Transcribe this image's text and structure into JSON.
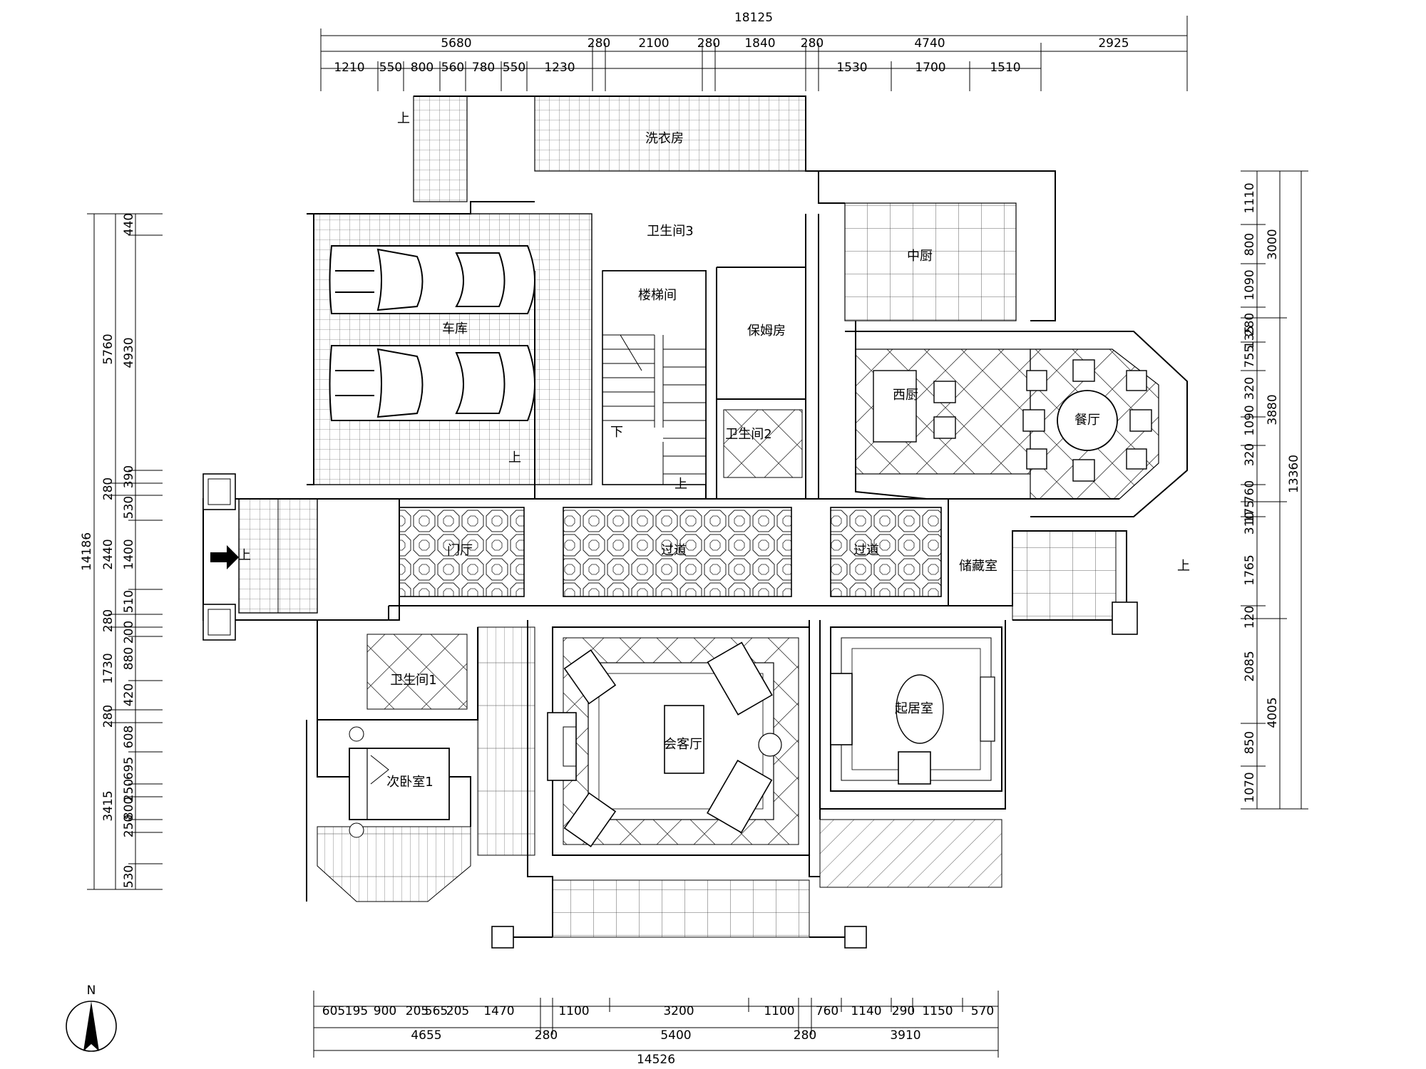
{
  "rooms": {
    "laundry": "洗衣房",
    "bath3": "卫生间3",
    "kitchen": "中厨",
    "garage": "车库",
    "stair": "楼梯间",
    "nanny": "保姆房",
    "west_kitchen": "西厨",
    "dining": "餐厅",
    "bath2": "卫生间2",
    "foyer": "门厅",
    "corridor1": "过道",
    "corridor2": "过道",
    "storage": "储藏室",
    "bath1": "卫生间1",
    "living": "会客厅",
    "sitting": "起居室",
    "bedroom": "次卧室1"
  },
  "marks": {
    "up1": "上",
    "up2": "上",
    "up3": "上",
    "up4": "上",
    "up5": "上",
    "down": "下",
    "north": "N"
  },
  "dims_top": {
    "total": "18125",
    "row2": [
      "5680",
      "280",
      "2100",
      "280",
      "1840",
      "280",
      "4740",
      "2925"
    ],
    "row3": [
      "1210",
      "550",
      "800",
      "560",
      "780",
      "550",
      "1230",
      "1530",
      "1700",
      "1510"
    ]
  },
  "dims_bottom": {
    "row1": [
      "605",
      "195",
      "900",
      "205",
      "565",
      "205",
      "1470",
      "1100",
      "3200",
      "1100",
      "760",
      "1140",
      "290",
      "1150",
      "570"
    ],
    "row2": [
      "4655",
      "280",
      "5400",
      "280",
      "3910"
    ],
    "total": "14526"
  },
  "dims_left": {
    "total": "14186",
    "row2": [
      "5760",
      "280",
      "2440",
      "280",
      "1730",
      "280",
      "3415"
    ],
    "row3": [
      "440",
      "4930",
      "390",
      "530",
      "1400",
      "510",
      "200",
      "880",
      "420",
      "608",
      "695",
      "250",
      "800",
      "250",
      "530"
    ]
  },
  "dims_right": {
    "total": "13360",
    "row2": [
      "3000",
      "3880",
      "4005"
    ],
    "row3": [
      "1110",
      "800",
      "1090",
      "280",
      "135",
      "755",
      "320",
      "1090",
      "320",
      "760",
      "175",
      "310",
      "1765",
      "120",
      "2085",
      "850",
      "1070"
    ]
  }
}
